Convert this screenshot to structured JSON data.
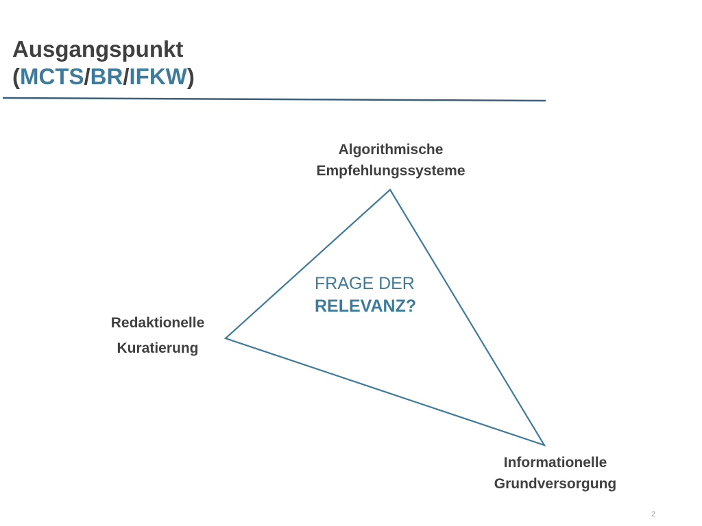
{
  "title": {
    "line1": "Ausgangspunkt",
    "open_paren": "(",
    "part1": "MCTS",
    "sep1": "/",
    "part2": "BR",
    "sep2": "/",
    "part3": "IFKW",
    "close_paren": ")"
  },
  "diagram": {
    "nodes": {
      "top": {
        "line1": "Algorithmische",
        "line2": "Empfehlungssysteme"
      },
      "left": {
        "line1": "Redaktionelle",
        "line2": "Kuratierung"
      },
      "bottom": {
        "line1": "Informationelle",
        "line2": "Grundversorgung"
      }
    },
    "center": {
      "line1": "FRAGE DER",
      "line2": "RELEVANZ?"
    }
  },
  "footer": {
    "page_number": "2"
  },
  "colors": {
    "accent": "#3e7a9a",
    "text": "#404040",
    "rule": "#3a5f7a"
  }
}
